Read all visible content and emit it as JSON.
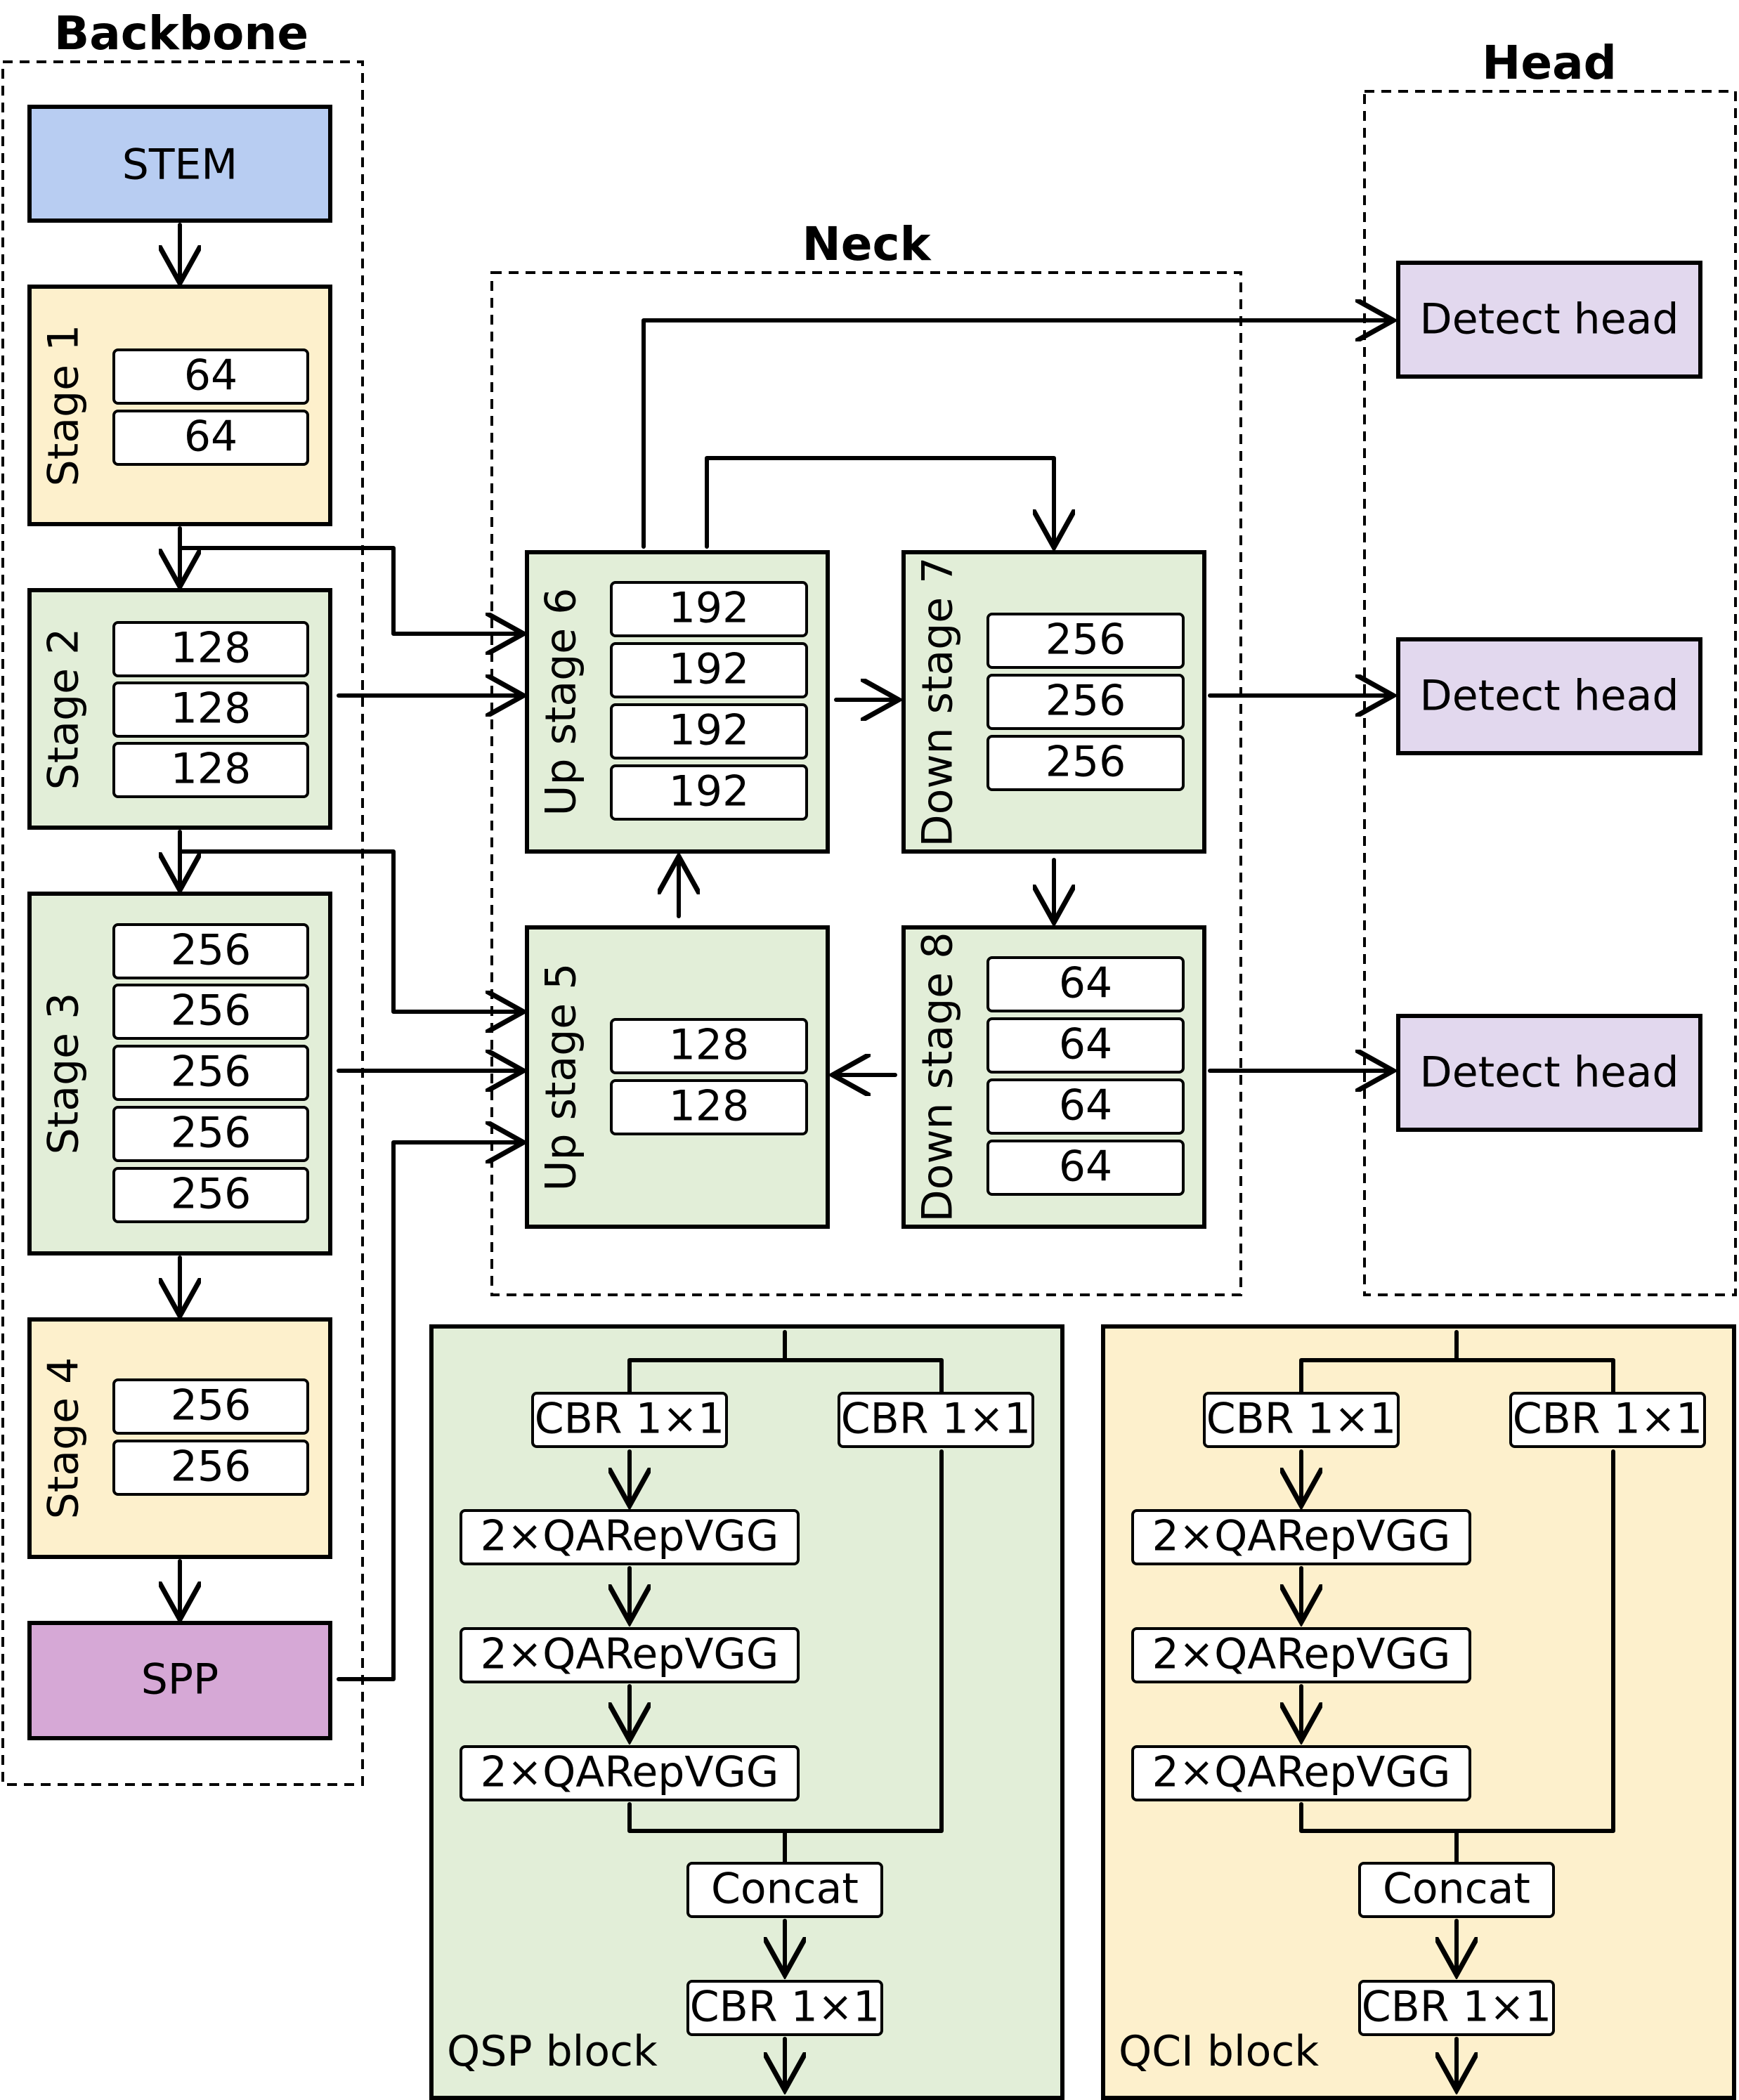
{
  "sections": {
    "backbone": "Backbone",
    "neck": "Neck",
    "head": "Head"
  },
  "colors": {
    "stem": "#b8cdf2",
    "stage_yellow": "#fdf0cc",
    "stage_green": "#e2eed8",
    "spp": "#d6a8d6",
    "detect": "#e2d8ee"
  },
  "backbone": {
    "stem": "STEM",
    "stage1": {
      "label": "Stage 1",
      "cells": [
        "64",
        "64"
      ]
    },
    "stage2": {
      "label": "Stage 2",
      "cells": [
        "128",
        "128",
        "128"
      ]
    },
    "stage3": {
      "label": "Stage 3",
      "cells": [
        "256",
        "256",
        "256",
        "256",
        "256"
      ]
    },
    "stage4": {
      "label": "Stage 4",
      "cells": [
        "256",
        "256"
      ]
    },
    "spp": "SPP"
  },
  "neck": {
    "up6": {
      "label": "Up stage 6",
      "cells": [
        "192",
        "192",
        "192",
        "192"
      ]
    },
    "down7": {
      "label": "Down stage 7",
      "cells": [
        "256",
        "256",
        "256"
      ]
    },
    "up5": {
      "label": "Up stage 5",
      "cells": [
        "128",
        "128"
      ]
    },
    "down8": {
      "label": "Down stage 8",
      "cells": [
        "64",
        "64",
        "64",
        "64"
      ]
    }
  },
  "head": {
    "detect1": "Detect head",
    "detect2": "Detect head",
    "detect3": "Detect head"
  },
  "qsp": {
    "name": "QSP block",
    "cbr_left": "CBR 1×1",
    "cbr_right": "CBR 1×1",
    "rep1": "2×QARepVGG",
    "rep2": "2×QARepVGG",
    "rep3": "2×QARepVGG",
    "concat": "Concat",
    "cbr_out": "CBR 1×1"
  },
  "qci": {
    "name": "QCI block",
    "cbr_left": "CBR 1×1",
    "cbr_right": "CBR 1×1",
    "rep1": "2×QARepVGG",
    "rep2": "2×QARepVGG",
    "rep3": "2×QARepVGG",
    "concat": "Concat",
    "cbr_out": "CBR 1×1"
  }
}
